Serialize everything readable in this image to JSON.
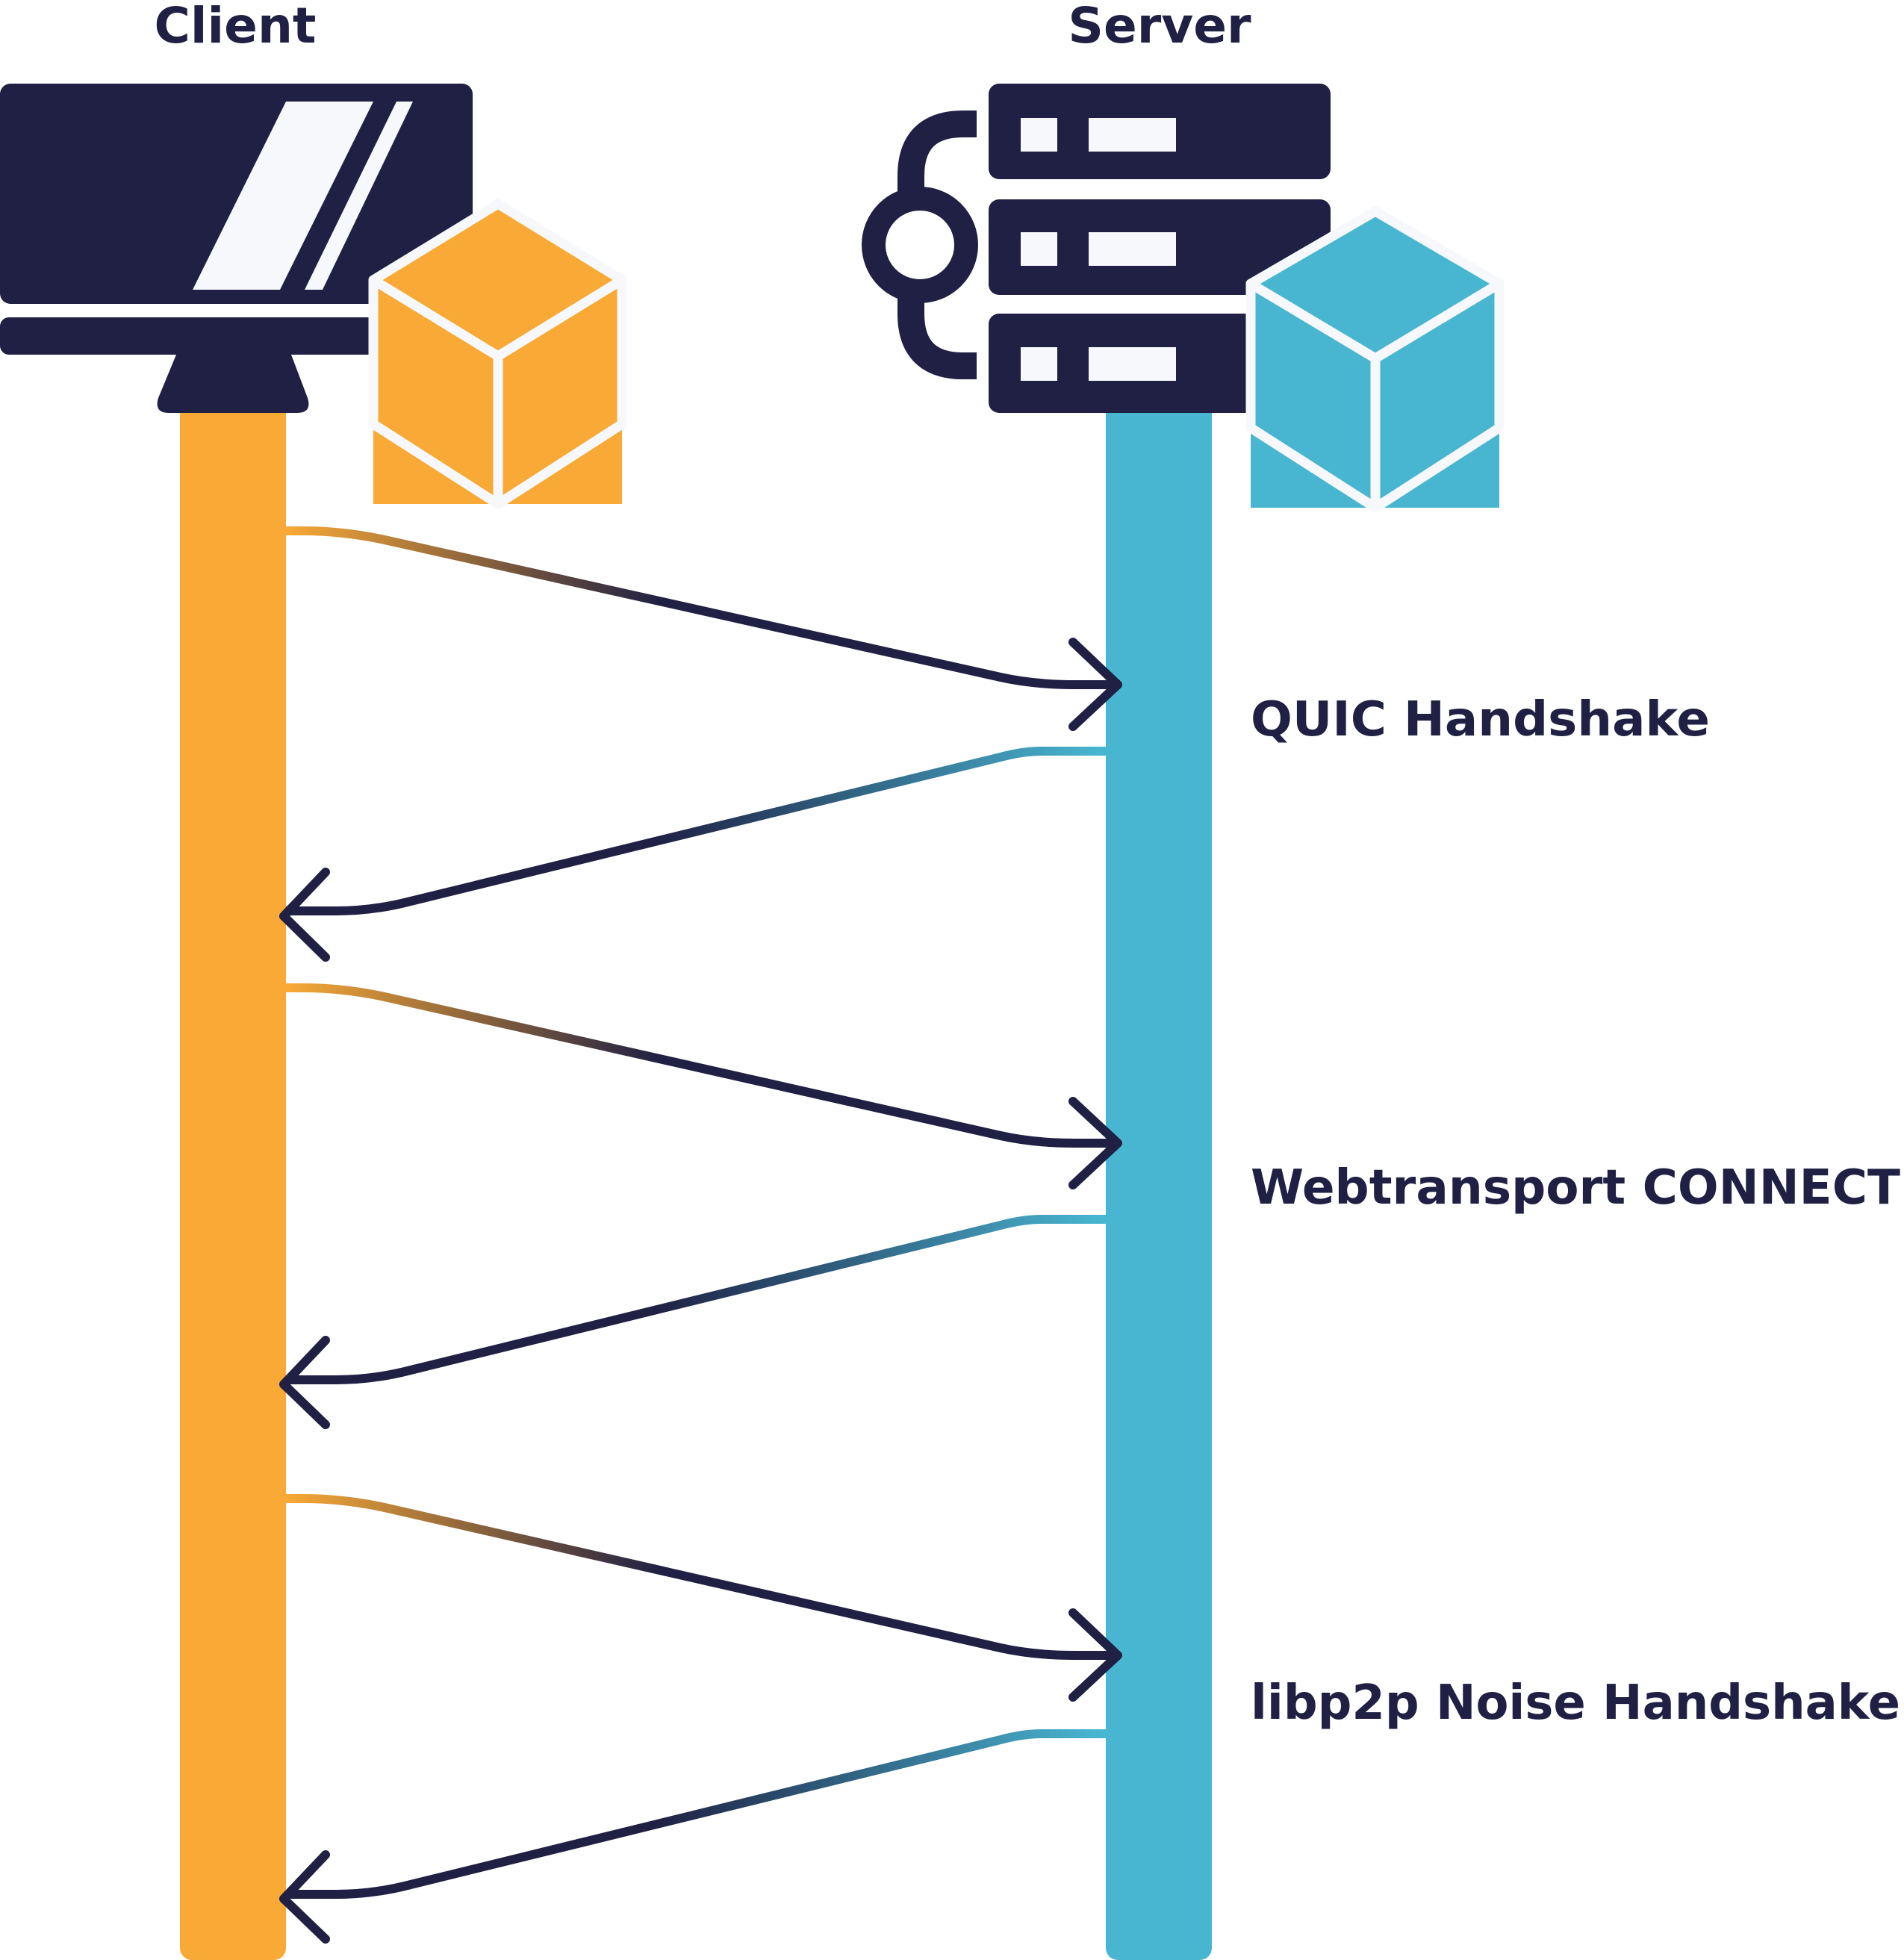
{
  "client": {
    "label": "Client",
    "icon": "monitor-icon",
    "cube_icon": "cube-icon",
    "color": "#F9A935"
  },
  "server": {
    "label": "Server",
    "icon": "server-rack-icon",
    "cube_icon": "cube-icon",
    "color": "#48B6D1"
  },
  "ink_color": "#1F2043",
  "steps": [
    {
      "label": "QUIC Handshake"
    },
    {
      "label": "Webtransport CONNECT"
    },
    {
      "label": "libp2p Noise Handshake"
    }
  ],
  "messages": [
    {
      "from": "client",
      "to": "server",
      "step": 1
    },
    {
      "from": "server",
      "to": "client",
      "step": 1
    },
    {
      "from": "client",
      "to": "server",
      "step": 2
    },
    {
      "from": "server",
      "to": "client",
      "step": 2
    },
    {
      "from": "client",
      "to": "server",
      "step": 3
    },
    {
      "from": "server",
      "to": "client",
      "step": 3
    }
  ]
}
